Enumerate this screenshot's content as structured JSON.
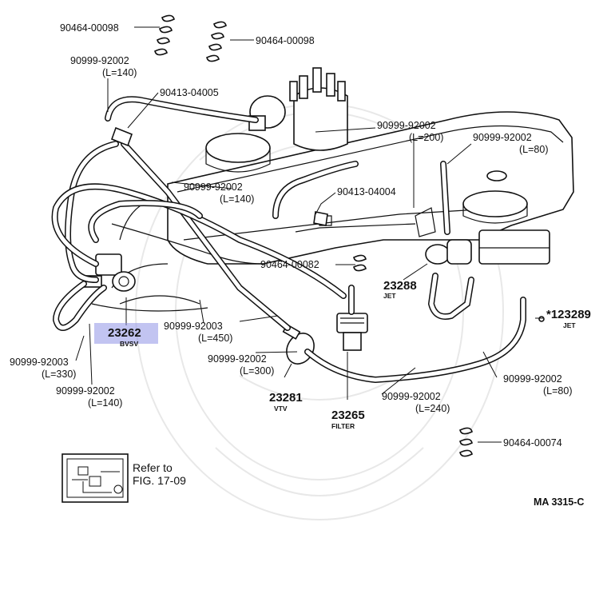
{
  "diagram": {
    "labels": {
      "c1": "90464-00098",
      "c2": "90464-00098",
      "h1": "90999-92002",
      "h1_len": "(L=140)",
      "j1": "90413-04005",
      "h2": "90999-92002",
      "h2_len": "(L=200)",
      "h3": "90999-92002",
      "h3_len": "(L=80)",
      "h4": "90999-92002",
      "h4_len": "(L=140)",
      "j2": "90413-04004",
      "c3": "90464-00082",
      "p_jet": "23288",
      "p_jet_sub": "JET",
      "p_jet2": "*123289",
      "p_jet2_sub": "JET",
      "p_bvsv": "23262",
      "p_bvsv_sub": "BVSV",
      "h5": "90999-92003",
      "h5_len": "(L=450)",
      "h6": "90999-92003",
      "h6_len": "(L=330)",
      "h7": "90999-92002",
      "h7_len": "(L=140)",
      "h8": "90999-92002",
      "h8_len": "(L=300)",
      "p_vtv": "23281",
      "p_vtv_sub": "VTV",
      "h9": "90999-92002",
      "h9_len": "(L=80)",
      "h10": "90999-92002",
      "h10_len": "(L=240)",
      "p_filter": "23265",
      "p_filter_sub": "FILTER",
      "c4": "90464-00074",
      "refer_line1": "Refer to",
      "refer_line2": "FIG. 17-09",
      "code": "MA 3315-C"
    },
    "highlight_color": "#8f94e6"
  }
}
